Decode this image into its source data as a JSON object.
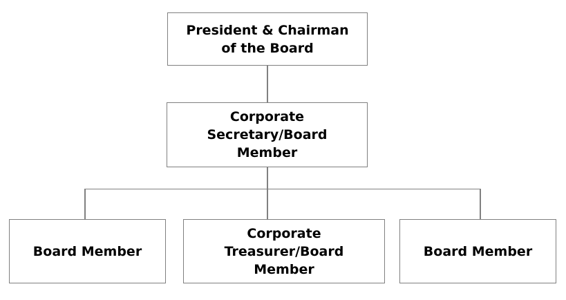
{
  "org_chart": {
    "type": "org-chart",
    "nodes": [
      {
        "id": "president-chairman",
        "label": "President & Chairman\nof the Board",
        "level": 1
      },
      {
        "id": "corporate-secretary",
        "label": "Corporate\nSecretary/Board\nMember",
        "level": 2,
        "reports_to": "president-chairman"
      },
      {
        "id": "board-member-left",
        "label": "Board Member",
        "level": 3,
        "reports_to": "corporate-secretary"
      },
      {
        "id": "corporate-treasurer",
        "label": "Corporate\nTreasurer/Board\nMember",
        "level": 3,
        "reports_to": "corporate-secretary"
      },
      {
        "id": "board-member-right",
        "label": "Board Member",
        "level": 3,
        "reports_to": "corporate-secretary"
      }
    ]
  },
  "colors": {
    "box-border": "#7f7f7f",
    "connector": "#808080",
    "text": "#000000",
    "background": "#ffffff"
  }
}
